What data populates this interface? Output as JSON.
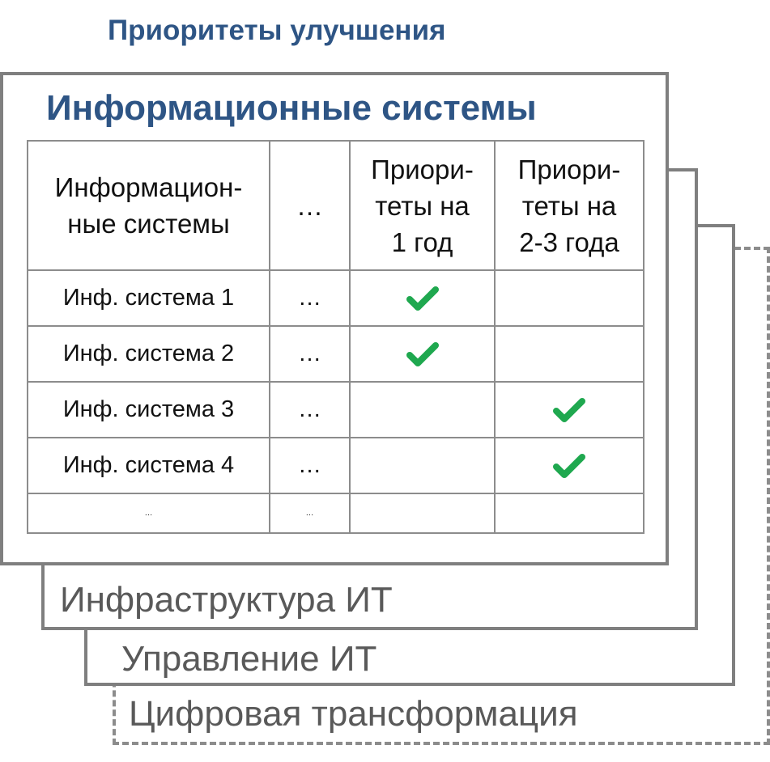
{
  "page_title": "Приоритеты улучшения",
  "colors": {
    "title": "#2e5585",
    "label": "#595959",
    "border": "#7f7f7f",
    "check": "#1fa84f"
  },
  "sheets": {
    "digital": {
      "label": "Цифровая трансформация"
    },
    "management": {
      "label": "Управление ИТ"
    },
    "infrastructure": {
      "label": "Инфраструктура ИТ"
    },
    "systems": {
      "title": "Информационные системы"
    }
  },
  "table": {
    "headers": [
      "Информацион-\nные системы",
      "…",
      "Приори-\nтеты на\n1 год",
      "Приори-\nтеты на\n2-3 года"
    ],
    "rows": [
      {
        "name": "Инф. система 1",
        "dots": "…",
        "one_year": true,
        "two_three_years": false
      },
      {
        "name": "Инф. система 2",
        "dots": "…",
        "one_year": true,
        "two_three_years": false
      },
      {
        "name": "Инф. система 3",
        "dots": "…",
        "one_year": false,
        "two_three_years": true
      },
      {
        "name": "Инф. система 4",
        "dots": "…",
        "one_year": false,
        "two_three_years": true
      }
    ],
    "last_row": {
      "name": "…",
      "dots": "…"
    }
  }
}
